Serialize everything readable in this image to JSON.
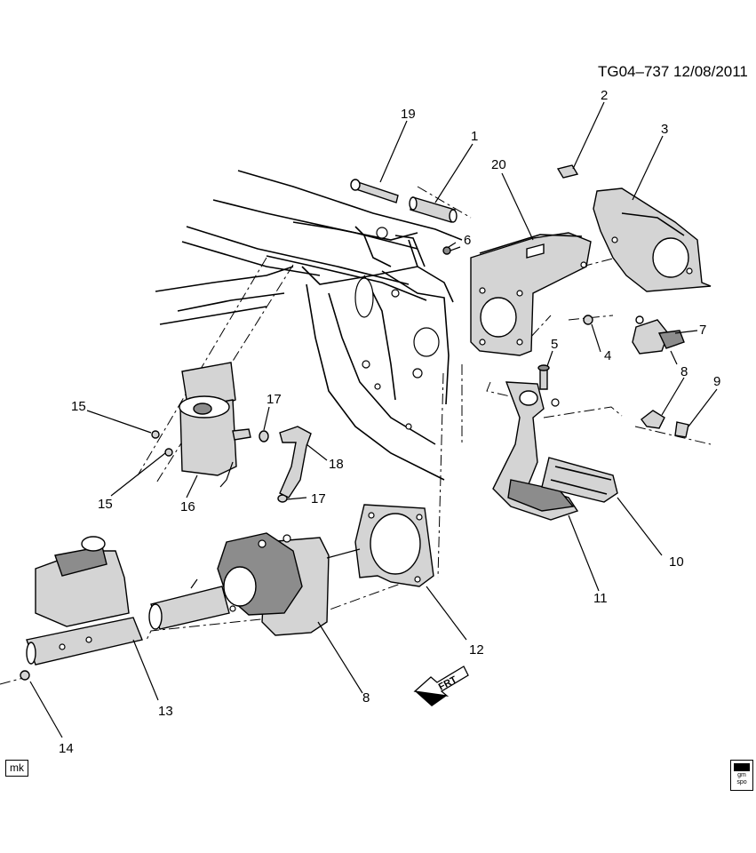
{
  "header": {
    "drawing_reference": "TG04–737  12/08/2011"
  },
  "callouts": [
    {
      "id": "1",
      "label": "1"
    },
    {
      "id": "2",
      "label": "2"
    },
    {
      "id": "3",
      "label": "3"
    },
    {
      "id": "4",
      "label": "4"
    },
    {
      "id": "5",
      "label": "5"
    },
    {
      "id": "6",
      "label": "6"
    },
    {
      "id": "7",
      "label": "7"
    },
    {
      "id": "8a",
      "label": "8"
    },
    {
      "id": "8b",
      "label": "8"
    },
    {
      "id": "9",
      "label": "9"
    },
    {
      "id": "10",
      "label": "10"
    },
    {
      "id": "11",
      "label": "11"
    },
    {
      "id": "12",
      "label": "12"
    },
    {
      "id": "13",
      "label": "13"
    },
    {
      "id": "14",
      "label": "14"
    },
    {
      "id": "15a",
      "label": "15"
    },
    {
      "id": "15b",
      "label": "15"
    },
    {
      "id": "16",
      "label": "16"
    },
    {
      "id": "17a",
      "label": "17"
    },
    {
      "id": "17b",
      "label": "17"
    },
    {
      "id": "18",
      "label": "18"
    },
    {
      "id": "19",
      "label": "19"
    },
    {
      "id": "20",
      "label": "20"
    }
  ],
  "front_arrow": {
    "label": "FRT"
  },
  "footer": {
    "author_initials": "mk",
    "logo_text": "gm\nspo"
  },
  "icons": [
    "front-direction-arrow-icon",
    "gm-spo-logo-icon"
  ]
}
